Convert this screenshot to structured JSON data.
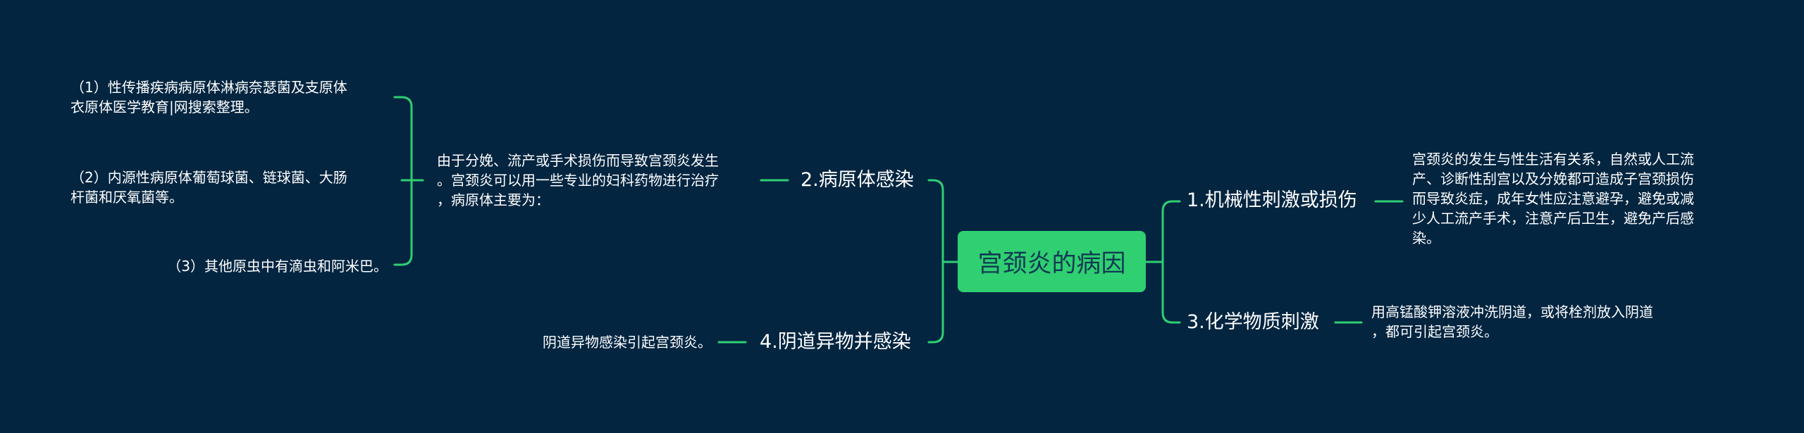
{
  "mindmap": {
    "root": "宫颈炎的病因",
    "branches": {
      "b1": {
        "label": "1.机械性刺激或损伤"
      },
      "b2": {
        "label": "2.病原体感染"
      },
      "b3": {
        "label": "3.化学物质刺激"
      },
      "b4": {
        "label": "4.阴道异物并感染"
      }
    },
    "leaves": {
      "l1": [
        "宫颈炎的发生与性生活有关系，自然或人工流",
        "产、诊断性刮宫以及分娩都可造成子宫颈损伤",
        "而导致炎症，成年女性应注意避孕，避免或减",
        "少人工流产手术，注意产后卫生，避免产后感",
        "染。"
      ],
      "l2": [
        "由于分娩、流产或手术损伤而导致宫颈炎发生",
        "。宫颈炎可以用一些专业的妇科药物进行治疗",
        "，病原体主要为："
      ],
      "l2a": [
        "（1）性传播疾病病原体淋病奈瑟菌及支原体",
        "衣原体医学教育|网搜索整理。"
      ],
      "l2b": [
        "（2）内源性病原体葡萄球菌、链球菌、大肠",
        "杆菌和厌氧菌等。"
      ],
      "l2c": [
        "（3）其他原虫中有滴虫和阿米巴。"
      ],
      "l3": [
        "用高锰酸钾溶液冲洗阴道，或将栓剂放入阴道",
        "，都可引起宫颈炎。"
      ],
      "l4": [
        "阴道异物感染引起宫颈炎。"
      ]
    }
  },
  "colors": {
    "background": "#032540",
    "root_fill": "#2fcf72",
    "root_text": "#0f3a52",
    "connector": "#2fcf72",
    "text": "#ffffff"
  }
}
